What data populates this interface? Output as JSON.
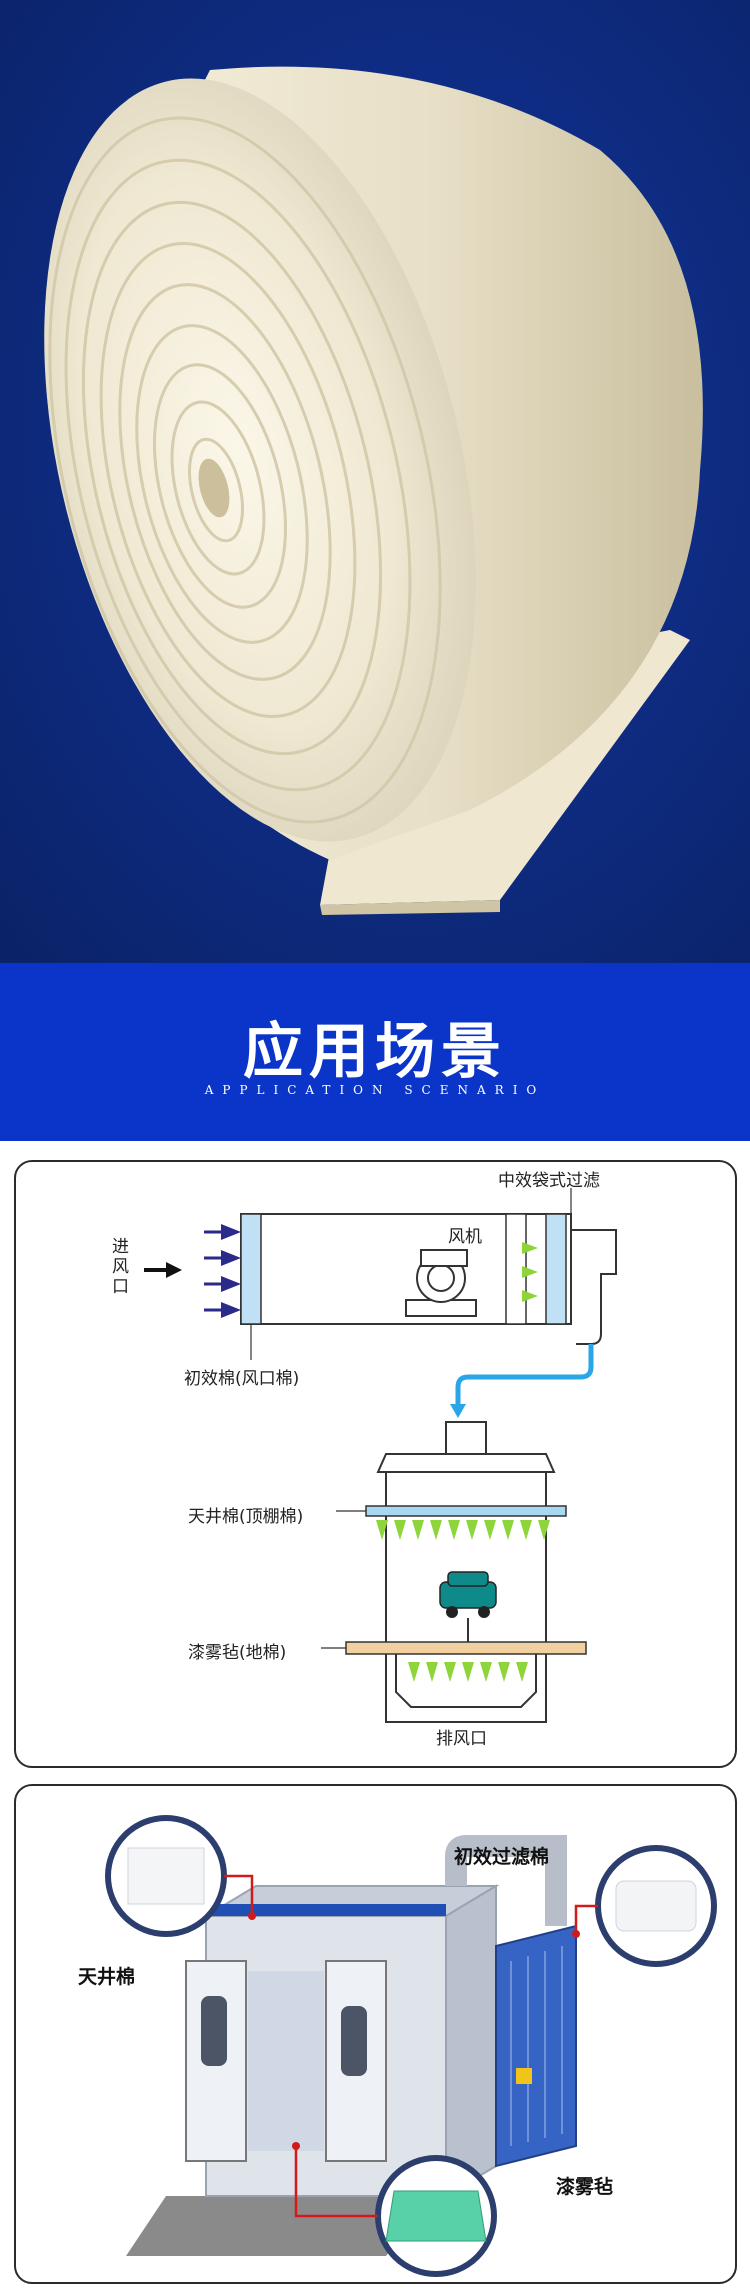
{
  "scene": {
    "title": "应用场景",
    "subtitle": "APPLICATION SCENARIO"
  },
  "diagram1": {
    "mid_filter": "中效袋式过滤",
    "fan": "风机",
    "inlet": "进风口",
    "primary": "初效棉(风口棉)",
    "ceiling": "天井棉(顶棚棉)",
    "floor": "漆雾毡(地棉)",
    "exhaust": "排风口"
  },
  "diagram2": {
    "primary_filter": "初效过滤棉",
    "ceiling_filter": "天井棉",
    "paint_felt": "漆雾毡"
  },
  "colors": {
    "hero_bg": "#0f2d86",
    "band_bg": "#0a35c8",
    "arrow_green": "#8ed43b",
    "pipe_blue": "#2aa6e8",
    "callout_red": "#d21a1a"
  }
}
